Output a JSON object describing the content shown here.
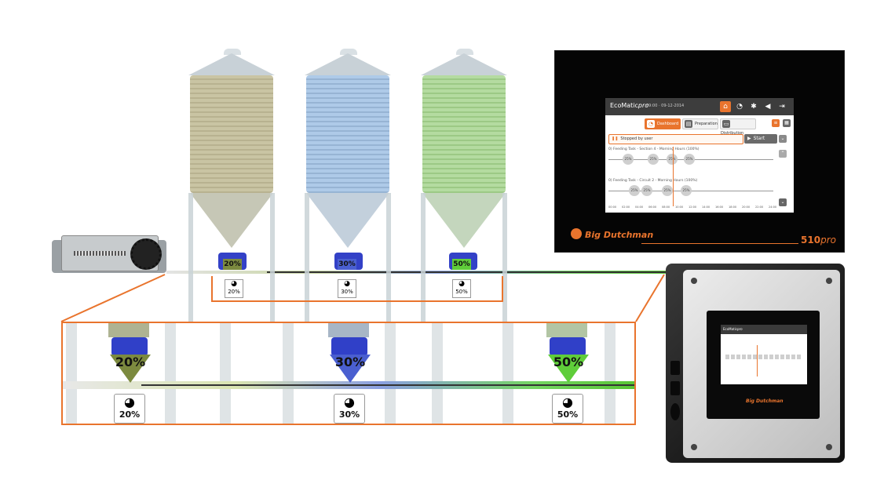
{
  "silos": [
    {
      "percent": "20%",
      "meter_percent": "20%",
      "body_color": "#c9c4a3",
      "cone_color": "#c6c7b6",
      "badge_color": "#7c8a3f"
    },
    {
      "percent": "30%",
      "meter_percent": "30%",
      "body_color": "#aecae8",
      "cone_color": "#c3d0dc",
      "badge_color": "#4a5fd0"
    },
    {
      "percent": "50%",
      "meter_percent": "50%",
      "body_color": "#b4dba0",
      "cone_color": "#c4d6bd",
      "badge_color": "#5fcd3a"
    }
  ],
  "zoom": {
    "units": [
      {
        "percent": "20%",
        "meter_percent": "20%",
        "badge_color": "#7c8a3f"
      },
      {
        "percent": "30%",
        "meter_percent": "30%",
        "badge_color": "#4a5fd0"
      },
      {
        "percent": "50%",
        "meter_percent": "50%",
        "badge_color": "#5fcd3a"
      }
    ]
  },
  "app": {
    "title": "EcoMatic",
    "title_suffix": "pro",
    "datetime": "09:00 · 09-12-2014",
    "tabs": [
      {
        "label": "Dashboard",
        "icon": "dashboard-icon"
      },
      {
        "label": "Preparation",
        "icon": "preparation-icon"
      },
      {
        "label": "Distribution",
        "icon": "distribution-icon"
      }
    ],
    "status": "Stopped by user",
    "start_label": "Start",
    "tasks": [
      {
        "label": "0) Feeding Task - Section 4 - Morning Hours (100%)",
        "bubbles": [
          "25%",
          "25%",
          "25%",
          "25%"
        ]
      },
      {
        "label": "0) Feeding Task - Circuit 2 - Morning Hours (100%)",
        "bubbles": [
          "25%",
          "25%",
          "25%",
          "25%"
        ]
      }
    ],
    "axis_ticks": [
      "00:00",
      "02:00",
      "04:00",
      "06:00",
      "08:00",
      "10:00",
      "12:00",
      "14:00",
      "16:00",
      "18:00",
      "20:00",
      "22:00",
      "24:00"
    ]
  },
  "brand": {
    "name": "Big Dutchman",
    "model": "510",
    "model_suffix": "pro"
  },
  "colors": {
    "accent": "#e9742d",
    "valve": "#3341c7",
    "screen_bg": "#050505",
    "appbar": "#3d3d3d"
  }
}
